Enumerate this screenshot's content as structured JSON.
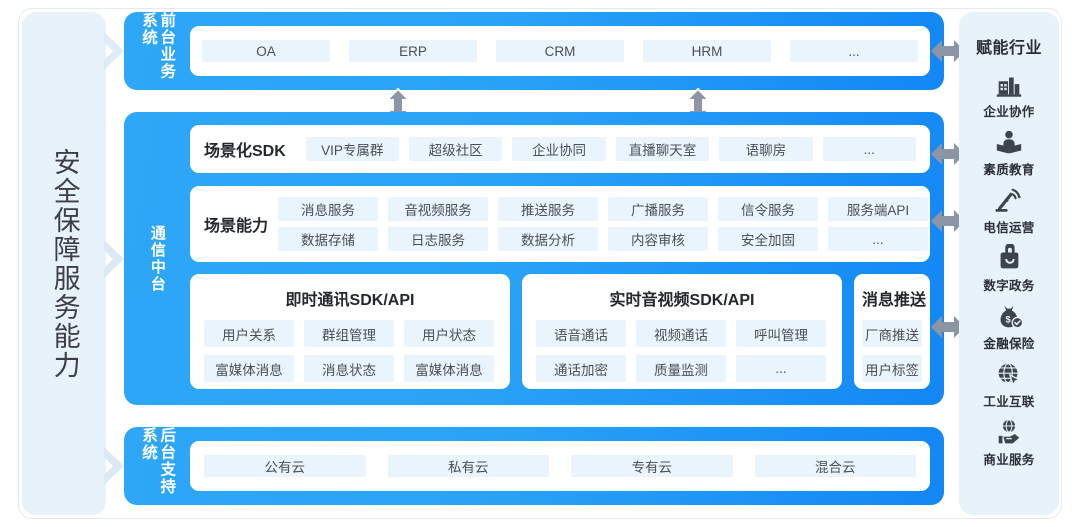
{
  "left_panel": {
    "label": "安全保障服务能力"
  },
  "sections": {
    "top": {
      "title": "前台业务系统",
      "items": [
        "OA",
        "ERP",
        "CRM",
        "HRM",
        "..."
      ]
    },
    "middle": {
      "title": "通信中台",
      "scene_sdk": {
        "label": "场景化SDK",
        "items": [
          "VIP专属群",
          "超级社区",
          "企业协同",
          "直播聊天室",
          "语聊房",
          "..."
        ]
      },
      "scene_ability": {
        "label": "场景能力",
        "row1": [
          "消息服务",
          "音视频服务",
          "推送服务",
          "广播服务",
          "信令服务",
          "服务端API"
        ],
        "row2": [
          "数据存储",
          "日志服务",
          "数据分析",
          "内容审核",
          "安全加固",
          "..."
        ]
      },
      "cards": [
        {
          "title": "即时通讯SDK/API",
          "row1": [
            "用户关系",
            "群组管理",
            "用户状态"
          ],
          "row2": [
            "富媒体消息",
            "消息状态",
            "富媒体消息"
          ]
        },
        {
          "title": "实时音视频SDK/API",
          "row1": [
            "语音通话",
            "视频通话",
            "呼叫管理"
          ],
          "row2": [
            "通话加密",
            "质量监测",
            "..."
          ]
        },
        {
          "title": "消息推送",
          "row1": [
            "厂商推送"
          ],
          "row2": [
            "用户标签"
          ]
        }
      ]
    },
    "bottom": {
      "title": "后台支持系统",
      "items": [
        "公有云",
        "私有云",
        "专有云",
        "混合云"
      ]
    }
  },
  "right_panel": {
    "title": "赋能行业",
    "industries": [
      {
        "label": "企业协作",
        "icon": "building-chart-icon"
      },
      {
        "label": "素质教育",
        "icon": "reading-person-icon"
      },
      {
        "label": "电信运营",
        "icon": "satellite-dish-icon"
      },
      {
        "label": "数字政务",
        "icon": "briefcase-lock-icon"
      },
      {
        "label": "金融保险",
        "icon": "money-bag-shield-icon"
      },
      {
        "label": "工业互联",
        "icon": "globe-cursor-icon"
      },
      {
        "label": "商业服务",
        "icon": "globe-handshake-icon"
      }
    ]
  },
  "colors": {
    "brand_blue": "#1a91f7",
    "panel_bg": "#e8f2fb",
    "chip_bg": "#eaf4fd",
    "arrow_gray": "#8b95a6"
  }
}
